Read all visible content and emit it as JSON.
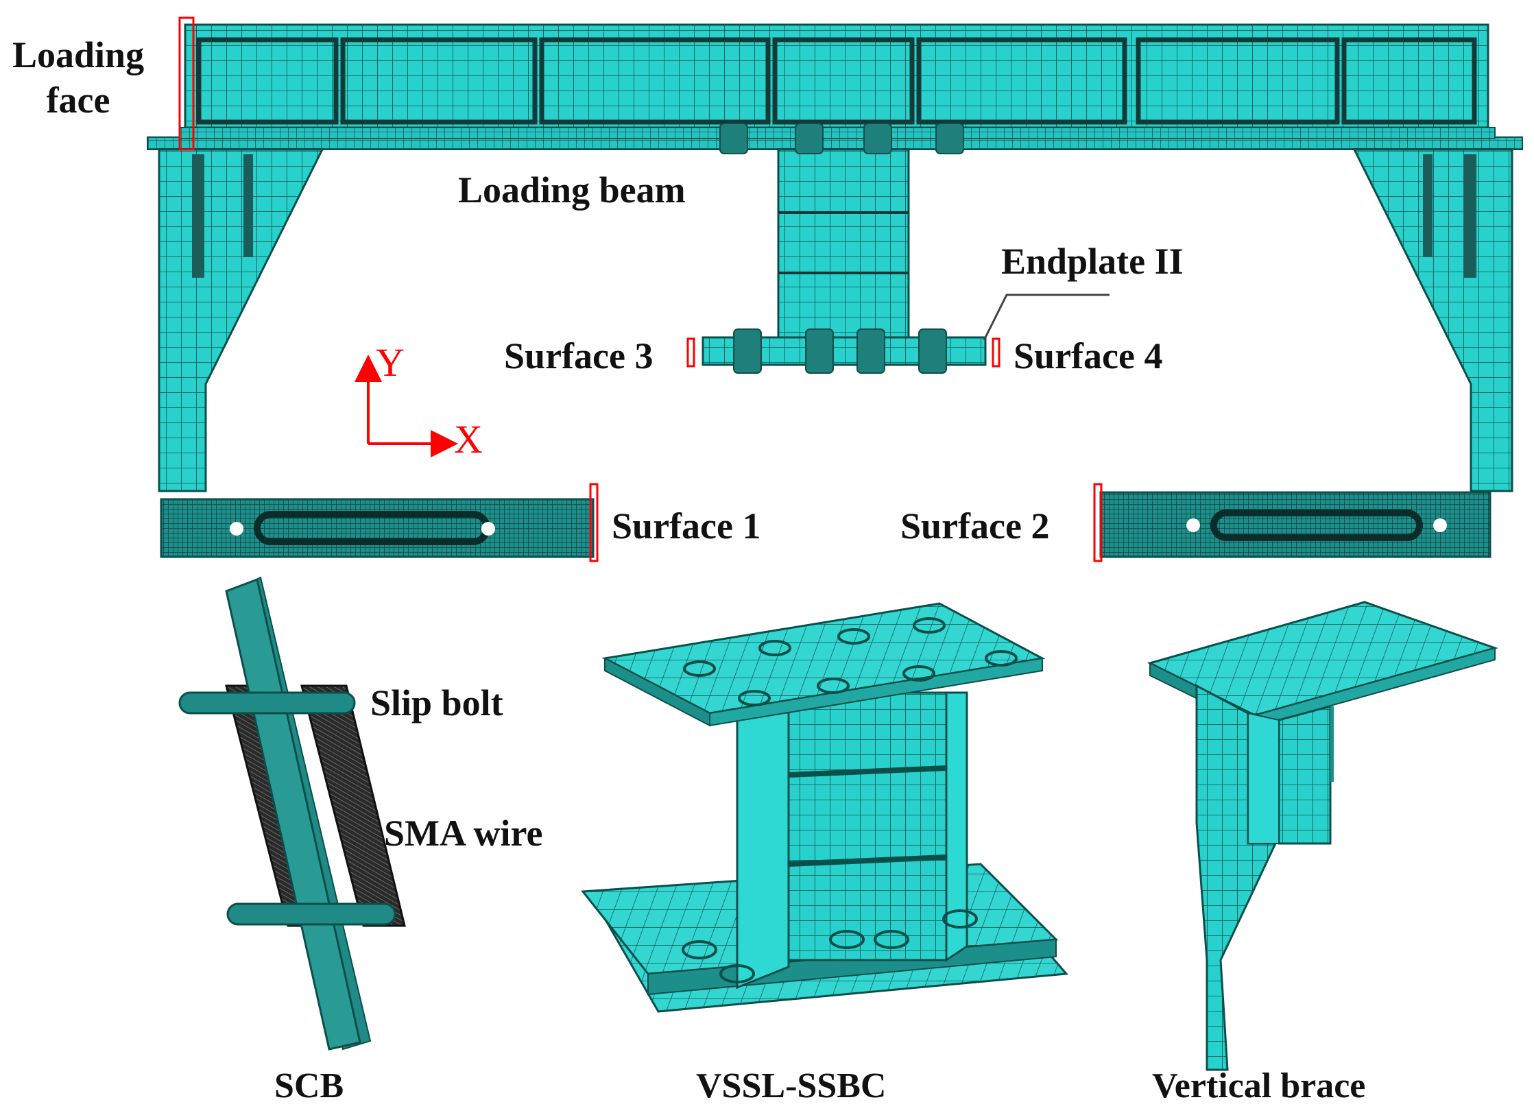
{
  "colors": {
    "mesh_fill": "#29d1cc",
    "mesh_line": "#0b4f4b",
    "mesh_dark": "#1a6666",
    "scb_fill": "#1f8a86",
    "highlight": "#ff0000",
    "label": "#111111"
  },
  "labels": {
    "loading_face": "Loading\nface",
    "loading_beam": "Loading beam",
    "endplate_ii": "Endplate II",
    "surface_1": "Surface 1",
    "surface_2": "Surface 2",
    "surface_3": "Surface 3",
    "surface_4": "Surface 4",
    "slip_bolt": "Slip bolt",
    "sma_wire": "SMA wire"
  },
  "axes": {
    "y": "Y",
    "x": "X"
  },
  "captions": {
    "scb": "SCB",
    "vssl_ssbc": "VSSL-SSBC",
    "vertical_brace": "Vertical brace"
  }
}
